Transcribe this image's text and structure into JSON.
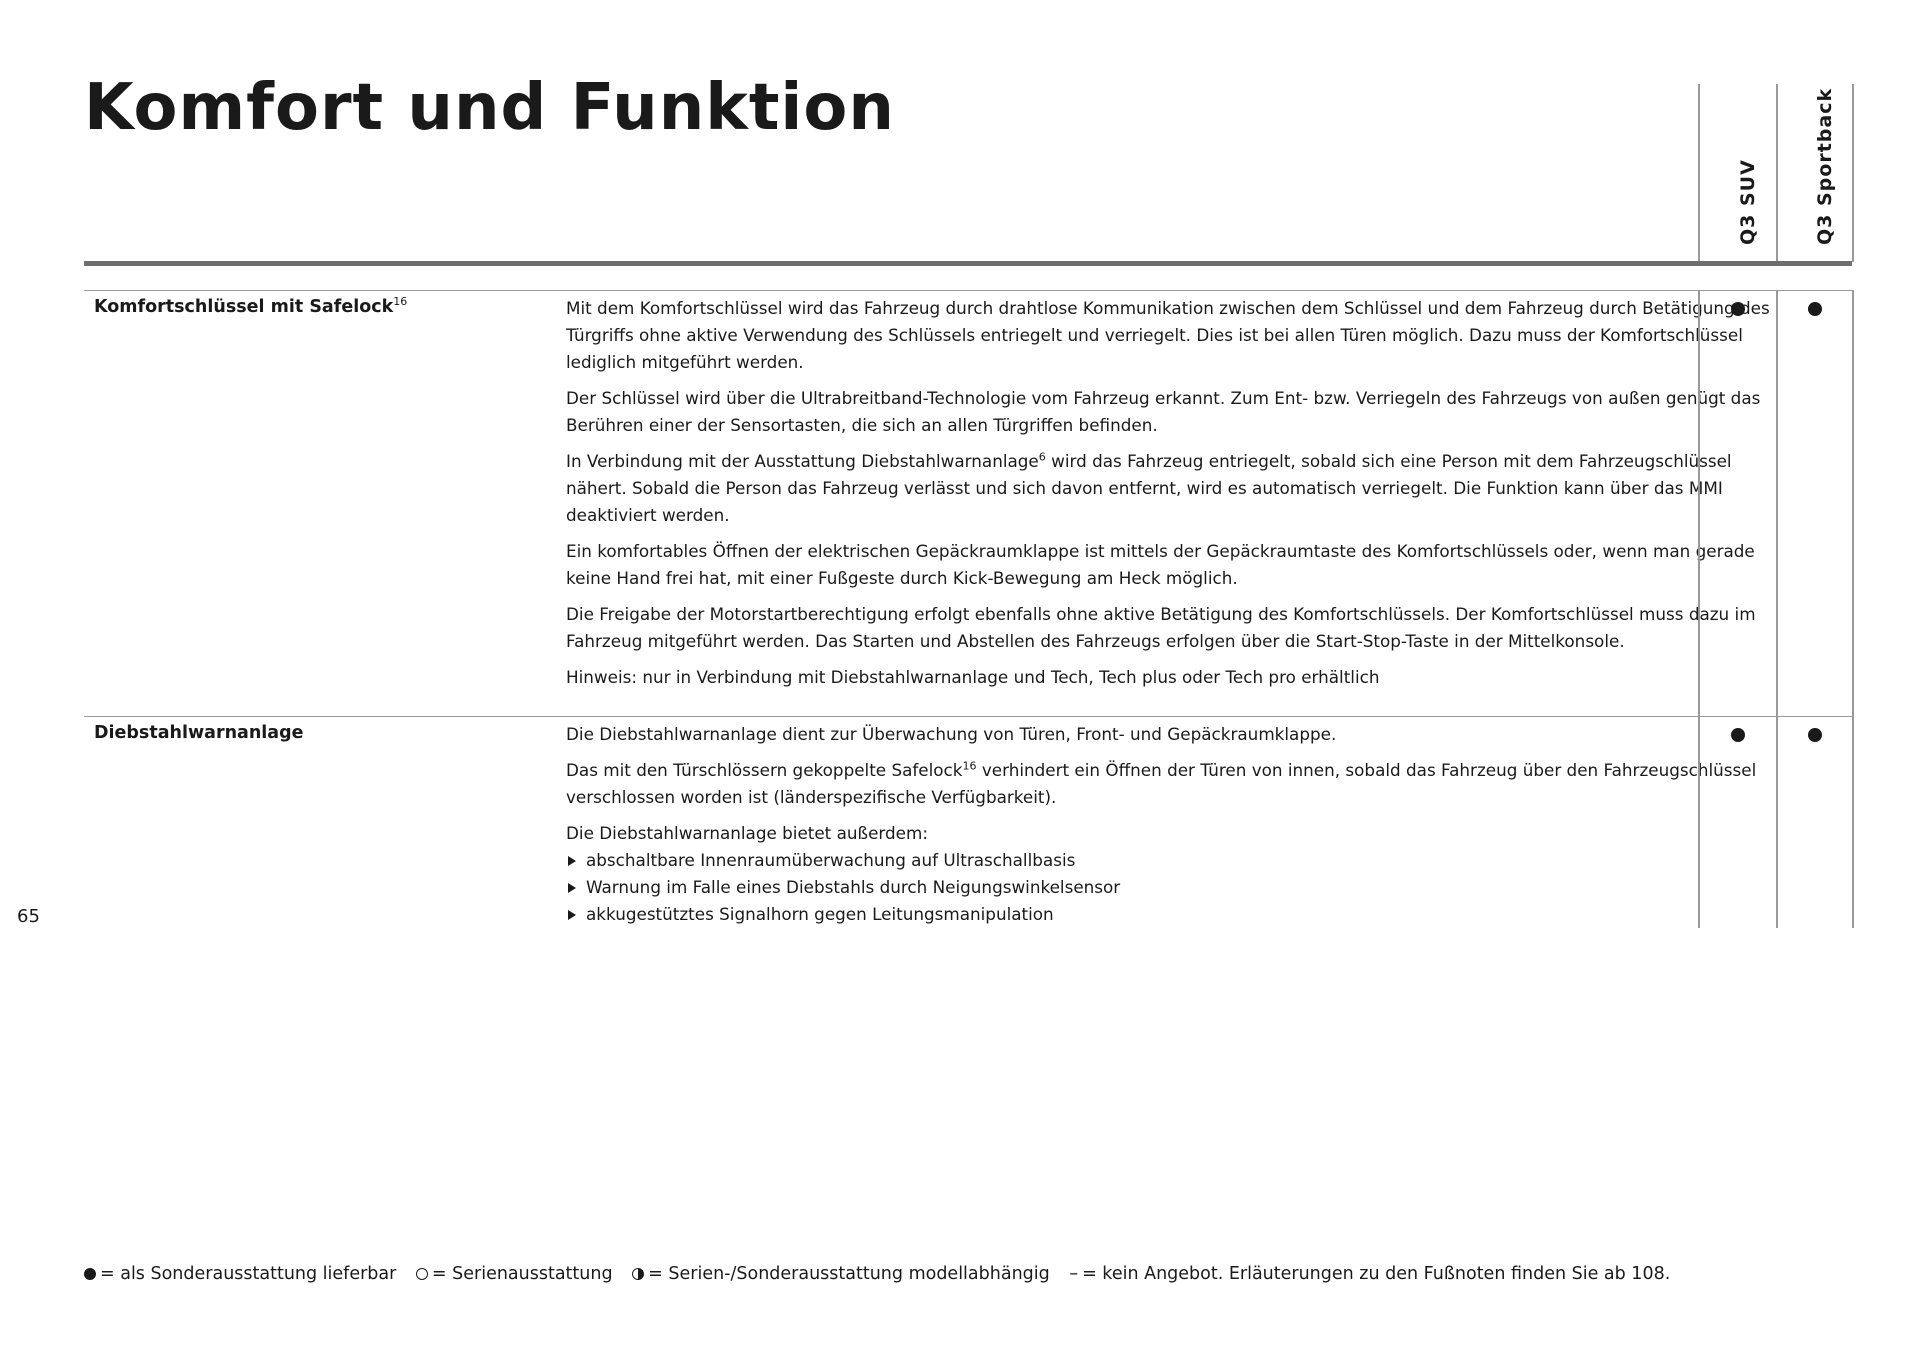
{
  "page": {
    "title": "Komfort und Funktion",
    "page_number": "65"
  },
  "columns": [
    {
      "label": "Q3 SUV"
    },
    {
      "label": "Q3 Sportback"
    }
  ],
  "rows": [
    {
      "name": "Komfortschlüssel mit Safelock",
      "name_sup": "16",
      "paragraphs": [
        "Mit dem Komfortschlüssel wird das Fahrzeug durch drahtlose Kommunikation zwischen dem Schlüssel und dem Fahrzeug durch Betätigung des Türgriffs ohne aktive Verwendung des Schlüssels entriegelt und verriegelt. Dies ist bei allen Türen möglich. Dazu muss der Komfortschlüssel lediglich mitgeführt werden.",
        "Der Schlüssel wird über die Ultrabreitband-Technologie vom Fahrzeug erkannt. Zum Ent- bzw. Verriegeln des Fahrzeugs von außen genügt das Berühren einer der Sensortasten, die sich an allen Türgriffen befinden.",
        "Ein komfortables Öffnen der elektrischen Gepäckraumklappe ist mittels der Gepäckraumtaste des Komfortschlüssels oder, wenn man gerade keine Hand frei hat, mit einer Fußgeste durch Kick-Bewegung am Heck möglich.",
        "Die Freigabe der Motorstartberechtigung erfolgt ebenfalls ohne aktive Betätigung des Komfortschlüssels. Der Komfortschlüssel muss dazu im Fahrzeug mitgeführt werden. Das Starten und Abstellen des Fahrzeugs erfolgen über die Start-Stop-Taste in der Mittelkonsole.",
        "Hinweis: nur in Verbindung mit Diebstahlwarnanlage und Tech, Tech plus oder Tech pro erhältlich"
      ],
      "p3_before": "In Verbindung mit der Ausstattung Diebstahlwarnanlage",
      "p3_sup": "6",
      "p3_after": " wird das Fahrzeug entriegelt, sobald sich eine Person mit dem Fahrzeugschlüssel nähert. Sobald die Person das Fahrzeug verlässt und sich davon entfernt, wird es automatisch verriegelt. Die Funktion kann über das MMI deaktiviert werden.",
      "availability": [
        "●",
        "●"
      ]
    },
    {
      "name": "Diebstahlwarnanlage",
      "p1": "Die Diebstahlwarnanlage dient zur Überwachung von Türen, Front- und Gepäckraumklappe.",
      "p2_before": "Das mit den Türschlössern gekoppelte Safelock",
      "p2_sup": "16",
      "p2_after": " verhindert ein Öffnen der Türen von innen, sobald das Fahrzeug über den Fahrzeugschlüssel verschlossen worden ist (länderspezifische Verfügbarkeit).",
      "p3_intro": "Die Diebstahlwarnanlage bietet außerdem:",
      "bullets": [
        "abschaltbare Innenraumüberwachung auf Ultraschallbasis",
        "Warnung im Falle eines Diebstahls durch Neigungswinkelsensor",
        "akkugestütztes Signalhorn gegen Leitungsmanipulation"
      ],
      "availability": [
        "●",
        "●"
      ]
    }
  ],
  "legend": {
    "optional_symbol": "●",
    "optional": "= als Sonderausstattung lieferbar",
    "standard_symbol": "○",
    "standard": "= Serienausstattung",
    "model_symbol": "◐",
    "model_dependent": "= Serien-/Sonderausstattung modellabhängig",
    "none_symbol": "–",
    "none": "= kein Angebot. Erläuterungen zu den Fußnoten finden Sie ab 108."
  }
}
